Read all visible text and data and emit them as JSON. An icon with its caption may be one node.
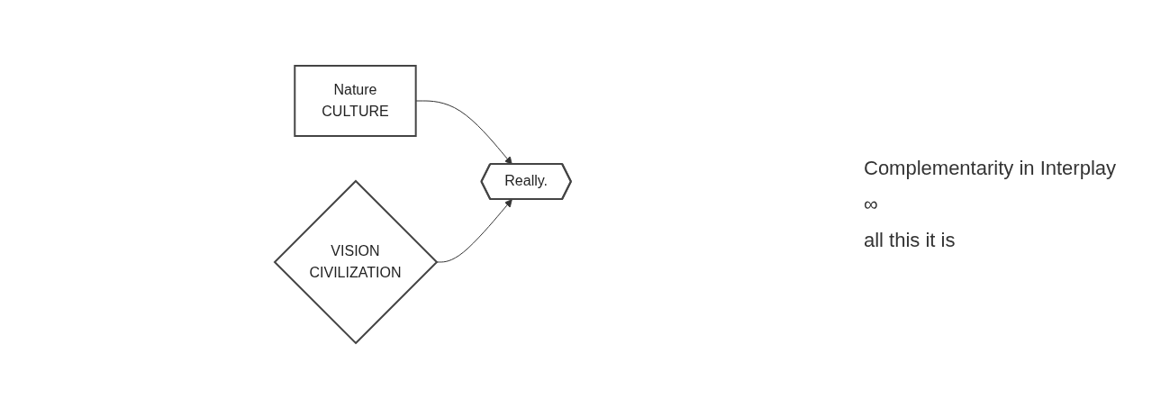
{
  "diagram": {
    "nodes": [
      {
        "text": [
          "Nature",
          "CULTURE"
        ]
      },
      {
        "text": [
          "Really."
        ]
      },
      {
        "text": [
          "VISION",
          "CIVILIZATION"
        ]
      }
    ],
    "edges": [
      {
        "from": 0,
        "to": 1,
        "arrow": "to"
      },
      {
        "from": 2,
        "to": 1,
        "arrow": "to"
      }
    ],
    "labels": [
      "Complementarity in Interplay",
      "∞",
      "all this it is"
    ]
  }
}
